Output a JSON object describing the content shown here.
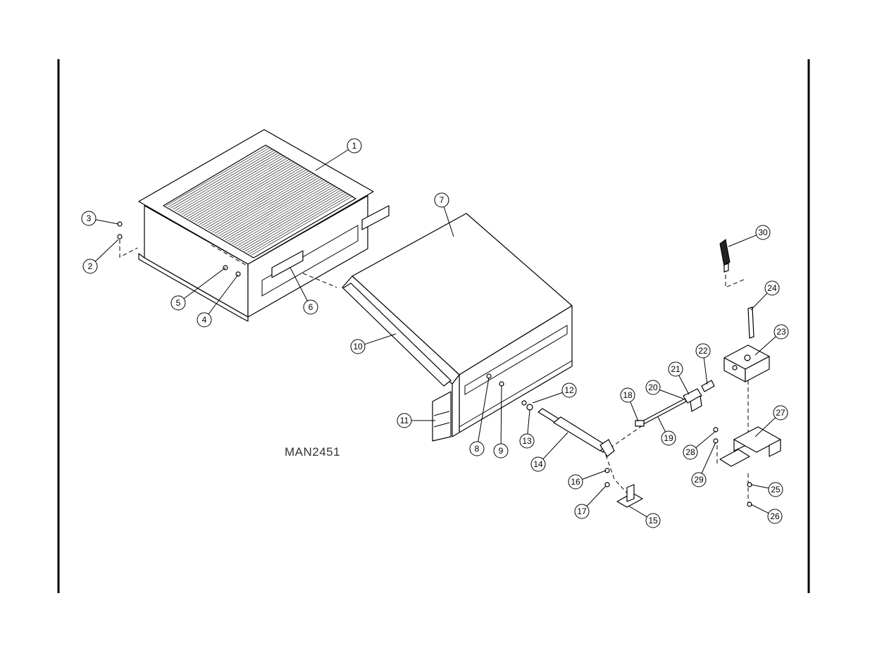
{
  "drawing_number": "MAN2451",
  "balloons": [
    "1",
    "2",
    "3",
    "4",
    "5",
    "6",
    "7",
    "8",
    "9",
    "10",
    "11",
    "12",
    "13",
    "14",
    "15",
    "16",
    "17",
    "18",
    "19",
    "20",
    "21",
    "22",
    "23",
    "24",
    "25",
    "26",
    "27",
    "28",
    "29",
    "30"
  ]
}
